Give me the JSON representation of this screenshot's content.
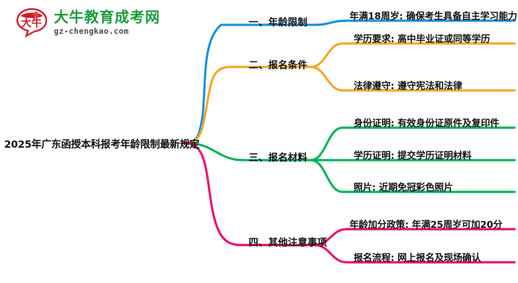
{
  "logo": {
    "mark_text": "大牛",
    "brand_name": "大牛教育成考网",
    "url": "gz-chengkao.com",
    "brand_color": "#1a9c3c",
    "mark_color": "#d8182a"
  },
  "mindmap": {
    "type": "mindmap",
    "root": "2025年广东函授本科报考年龄限制最新规定",
    "branches": [
      {
        "label": "一、年龄限制",
        "color": "#1a8fe3",
        "items": [
          "年满18周岁: 确保考生具备自主学习能力"
        ]
      },
      {
        "label": "二、报名条件",
        "color": "#f5a623",
        "items": [
          "学历要求: 高中毕业证或同等学历",
          "法律遵守: 遵守宪法和法律"
        ]
      },
      {
        "label": "三、报名材料",
        "color": "#00b35a",
        "items": [
          "身份证明: 有效身份证原件及复印件",
          "学历证明: 提交学历证明材料",
          "照片: 近期免冠彩色照片"
        ]
      },
      {
        "label": "四、其他注意事项",
        "color": "#ec0c6e",
        "items": [
          "年龄加分政策: 年满25周岁可加20分",
          "报名流程: 网上报名及现场确认"
        ]
      }
    ]
  }
}
